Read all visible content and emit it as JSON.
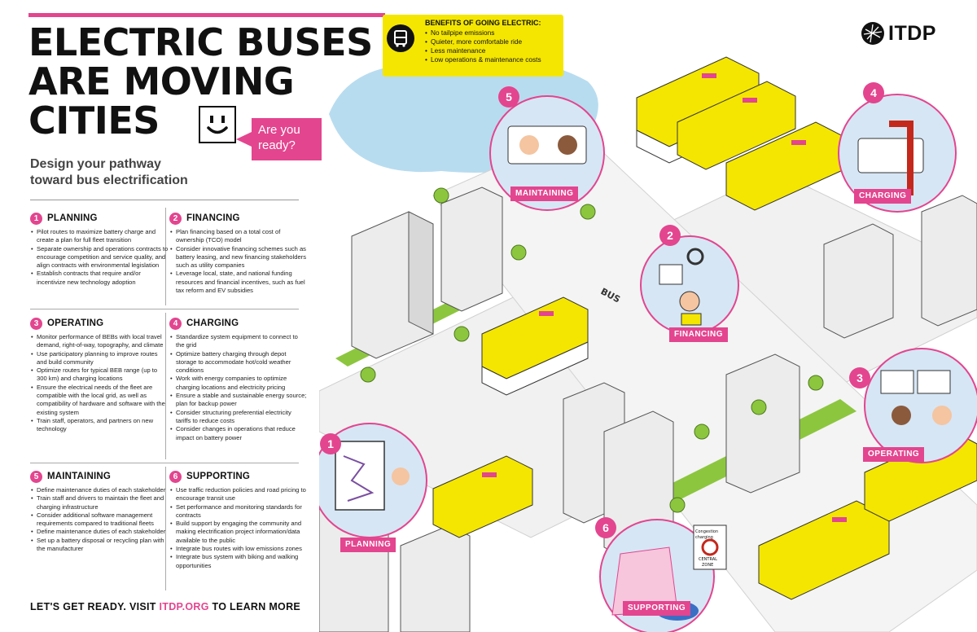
{
  "title": {
    "line1": "ELECTRIC BUSES",
    "line2": "ARE MOVING",
    "line3": "CITIES"
  },
  "callout": {
    "line1": "Are you",
    "line2": "ready?"
  },
  "subtitle": {
    "line1": "Design your pathway",
    "line2": "toward bus electrification"
  },
  "steps": [
    {
      "num": "1",
      "title": "PLANNING",
      "items": [
        "Pilot routes to maximize battery charge and create a plan for full fleet transition",
        "Separate ownership and operations contracts to encourage competition and service quality, and align contracts with environmental legislation",
        "Establish contracts that require and/or incentivize new technology adoption"
      ]
    },
    {
      "num": "2",
      "title": "FINANCING",
      "items": [
        "Plan financing based on a total cost of ownership (TCO) model",
        "Consider innovative financing schemes such as battery leasing, and new financing stakeholders such as utility companies",
        "Leverage local, state, and national funding resources and financial incentives, such as fuel tax reform and EV subsidies"
      ]
    },
    {
      "num": "3",
      "title": "OPERATING",
      "items": [
        "Monitor performance of BEBs with local travel demand, right-of-way, topography, and climate",
        "Use participatory planning to improve routes and build community",
        "Optimize routes for typical BEB range (up to 300 km) and charging locations",
        "Ensure the electrical needs of the fleet are compatible with the local grid, as well as compatibility of hardware and software with the existing system",
        "Train staff, operators, and partners on new technology"
      ]
    },
    {
      "num": "4",
      "title": "CHARGING",
      "items": [
        "Standardize system equipment to connect to the grid",
        "Optimize battery charging through depot storage to accommodate hot/cold weather conditions",
        "Work with energy companies to optimize charging locations and electricity pricing",
        "Ensure a stable and sustainable energy source; plan for backup power",
        "Consider structuring preferential electricity tariffs to reduce costs",
        "Consider changes in operations that reduce impact on battery power"
      ]
    },
    {
      "num": "5",
      "title": "MAINTAINING",
      "items": [
        "Define maintenance duties of each stakeholder",
        "Train staff and drivers to maintain the fleet and charging infrastructure",
        "Consider additional software management requirements compared to traditional fleets",
        "Define maintenance duties of each stakeholder",
        "Set up a battery disposal or recycling plan with the manufacturer"
      ]
    },
    {
      "num": "6",
      "title": "SUPPORTING",
      "items": [
        "Use traffic reduction policies and road pricing to encourage transit use",
        "Set performance and monitoring standards for contracts",
        "Build support by engaging the community and making electrification project information/data available to the public",
        "Integrate bus routes with low emissions zones",
        "Integrate bus system with biking and walking opportunities"
      ]
    }
  ],
  "footer": {
    "prefix": "LET'S GET READY. VISIT ",
    "link": "ITDP.ORG",
    "suffix": " TO LEARN MORE"
  },
  "benefits": {
    "title": "BENEFITS OF GOING ELECTRIC:",
    "items": [
      "No tailpipe emissions",
      "Quieter, more comfortable ride",
      "Less maintenance",
      "Low operations & maintenance costs"
    ]
  },
  "logo": {
    "text": "ITDP"
  },
  "illustration": {
    "street_label": "BUS",
    "stations": [
      {
        "num": "1",
        "label": "PLANNING"
      },
      {
        "num": "2",
        "label": "FINANCING"
      },
      {
        "num": "3",
        "label": "OPERATING"
      },
      {
        "num": "4",
        "label": "CHARGING"
      },
      {
        "num": "5",
        "label": "MAINTAINING"
      },
      {
        "num": "6",
        "label": "SUPPORTING"
      }
    ],
    "sign": {
      "line1": "Congestion",
      "line2": "charging",
      "line3": "CENTRAL",
      "line4": "ZONE"
    }
  },
  "colors": {
    "accent": "#e3458f",
    "bus_yellow": "#f4e600",
    "sky": "#b8dcef",
    "grass": "#8cc63f",
    "circle_bg": "#d6e6f5"
  }
}
